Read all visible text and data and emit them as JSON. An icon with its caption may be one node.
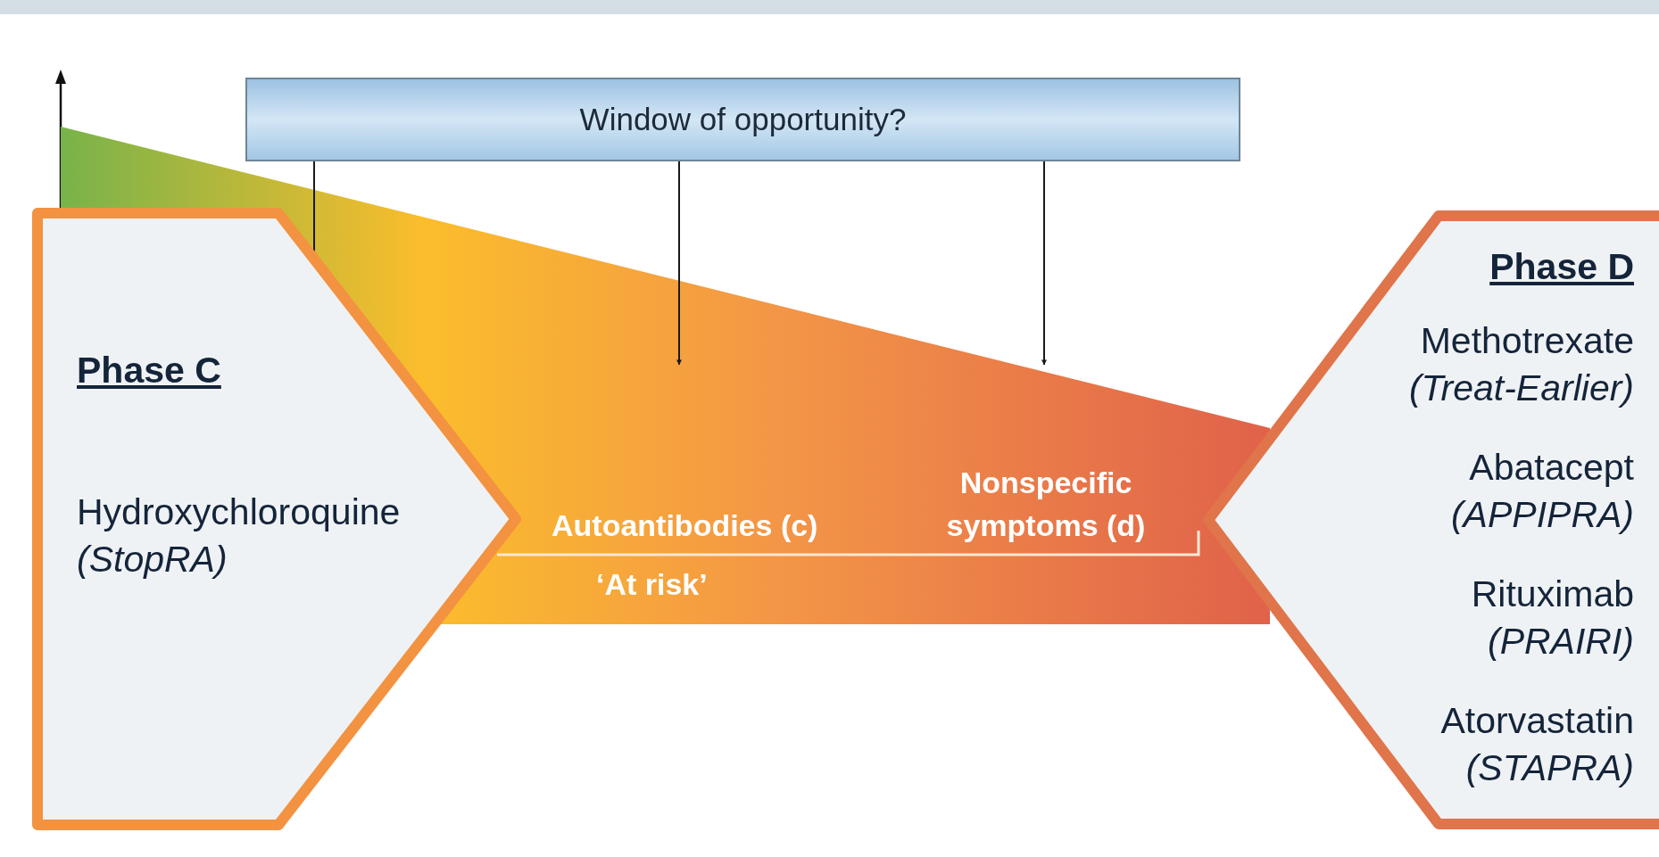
{
  "diagram": {
    "nodes": [
      {
        "text": [
          "Window of opportunity?"
        ]
      },
      {
        "text": [
          "Phase C",
          "Hydroxychloroquine *(StopRA)*"
        ]
      },
      {
        "text": [
          "Autoantibodies (c)",
          "Nonspecific symptoms (d)",
          "‘At risk’"
        ]
      },
      {
        "text": [
          "Phase D",
          "Methotrexate *(Treat-Earlier)*",
          "Abatacept *(APPIPRA)*",
          "Rituximab *(PRAIRI)*",
          "Atorvastatin *(STAPRA)*"
        ]
      }
    ],
    "edges": [
      {
        "from": 0,
        "to": 2,
        "arrow": "none"
      },
      {
        "from": 0,
        "to": 2,
        "arrow": "to"
      },
      {
        "from": 0,
        "to": 2,
        "arrow": "to"
      }
    ]
  }
}
